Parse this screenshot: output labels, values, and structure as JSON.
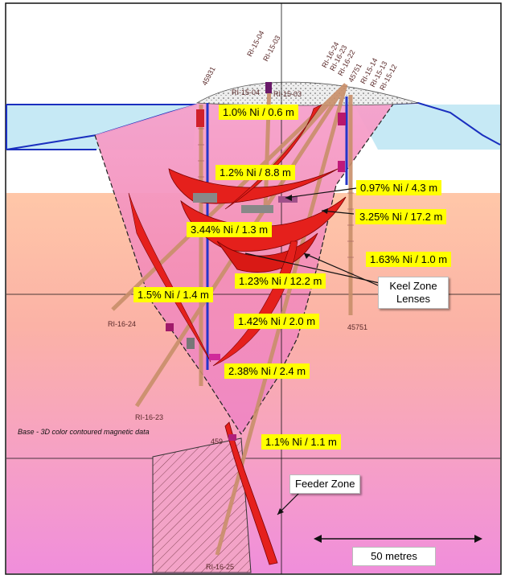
{
  "base_note": "Base - 3D color contoured magnetic data",
  "grade_labels": [
    "1.0% Ni / 0.6 m",
    "1.2% Ni / 8.8 m",
    "0.97% Ni / 4.3 m",
    "3.25% Ni / 17.2 m",
    "3.44% Ni / 1.3 m",
    "1.63% Ni / 1.0 m",
    "1.23% Ni / 12.2 m",
    "1.5% Ni / 1.4 m",
    "1.42% Ni / 2.0 m",
    "2.38% Ni / 2.4 m",
    "1.1% Ni / 1.1 m"
  ],
  "callouts": {
    "keel_line1": "Keel Zone",
    "keel_line2": "Lenses",
    "feeder": "Feeder Zone"
  },
  "scale_bar": {
    "label": "50 metres"
  },
  "drill_holes": {
    "ri_15_04_top": "RI-15-04",
    "ri_15_03_top": "RI-15-03",
    "ri_15_04_collar": "RI-15-04",
    "ri_15_03_collar": "RI-15-03",
    "h45931": "45931",
    "ri_16_24_top": "RI-16-24",
    "ri_16_23_top": "RI-16-23",
    "ri_16_22_top": "RI-16-22",
    "h45751_top": "45751",
    "ri_15_14_top": "RI-15-14",
    "ri_15_13_top": "RI-15-13",
    "ri_15_12_top": "RI-15-12",
    "ri_16_24_bottom": "RI-16-24",
    "ri_16_23_bottom": "RI-16-23",
    "h45751_bottom": "45751",
    "h459_bottom": "459",
    "ri_16_25_bottom": "RI-16-25"
  }
}
